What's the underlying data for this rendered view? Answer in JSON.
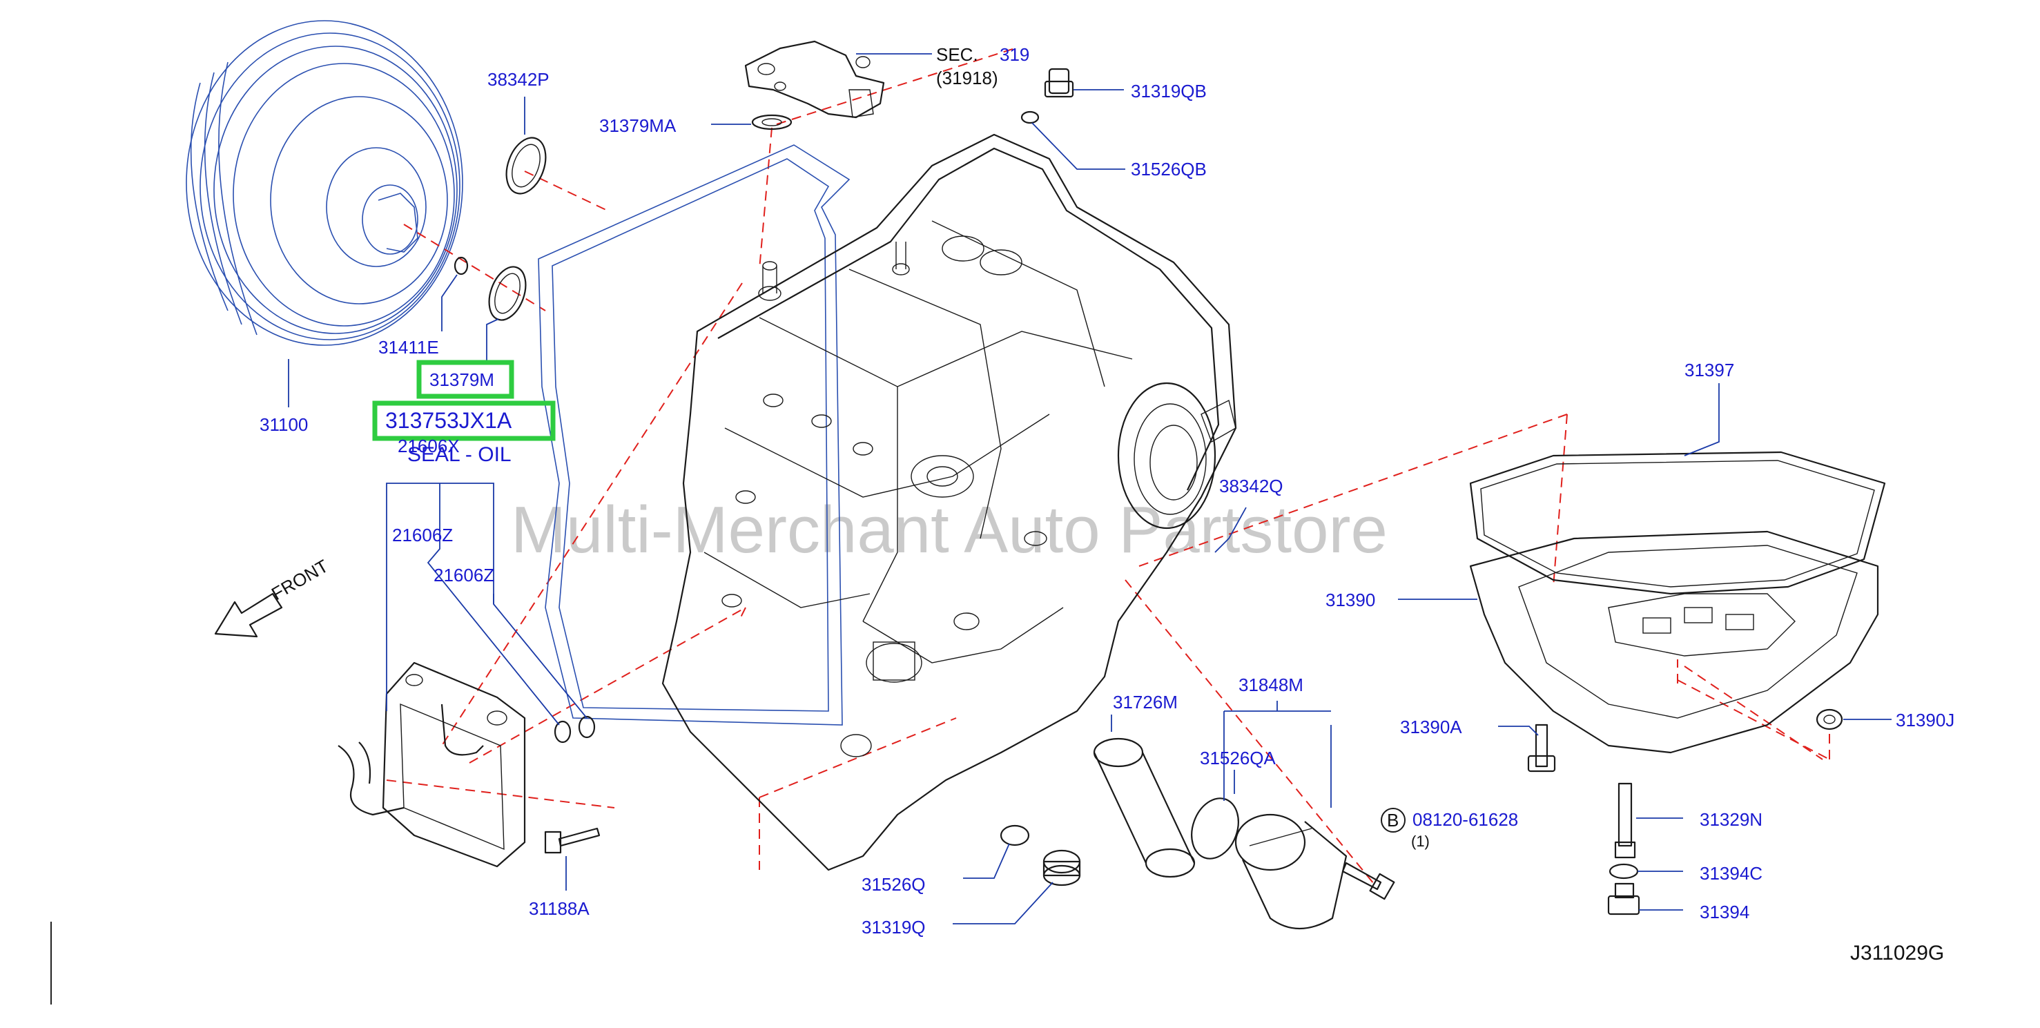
{
  "diagram_code": "J311029G",
  "watermark": "Multi-Merchant Auto Partstore",
  "section_ref": {
    "sec": "SEC.",
    "num": "319",
    "sub": "(31918)"
  },
  "front_label": "FRONT",
  "highlight": {
    "part_number": "313753JX1A",
    "description": "SEAL - OIL",
    "boxed_label": "31379M"
  },
  "parts": {
    "p31100": "31100",
    "p38342P": "38342P",
    "p31379MA": "31379MA",
    "p31319QB": "31319QB",
    "p31526QB": "31526QB",
    "p31411E": "31411E",
    "p21606X": "21606X",
    "p21606Z_a": "21606Z",
    "p21606Z_b": "21606Z",
    "p31188A": "31188A",
    "p38342Q": "38342Q",
    "p31397": "31397",
    "p31390": "31390",
    "p31390A": "31390A",
    "p31390J": "31390J",
    "p31726M": "31726M",
    "p31848M": "31848M",
    "p31526QA": "31526QA",
    "p31526Q": "31526Q",
    "p31319Q": "31319Q",
    "p31329N": "31329N",
    "p31394C": "31394C",
    "p31394": "31394",
    "bolt_letter": "B",
    "bolt_number": "08120-61628",
    "bolt_qty": "(1)"
  }
}
